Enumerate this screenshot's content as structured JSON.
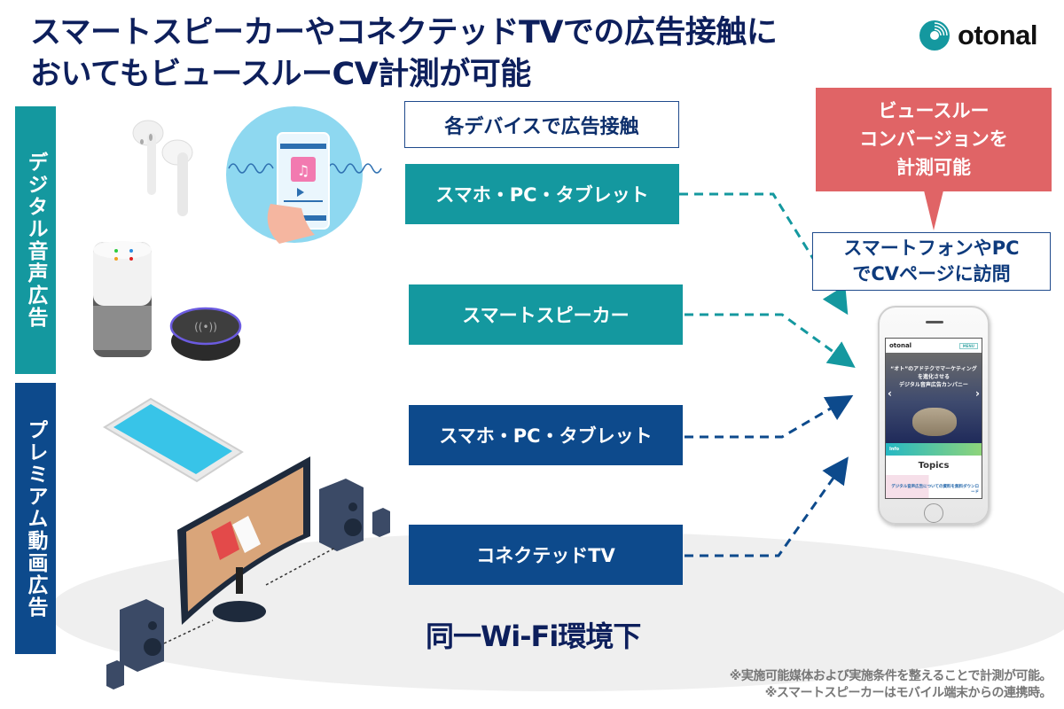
{
  "title": {
    "line1": "スマートスピーカーやコネクテッドTVでの広告接触に",
    "line2": "おいてもビュースルーCV計測が可能"
  },
  "logo": {
    "text": "otonal",
    "icon": "otonal-disc-icon",
    "color": "#14989f"
  },
  "categories": {
    "audio": {
      "label": "デジタル音声広告",
      "color": "#14989f"
    },
    "video": {
      "label": "プレミアム動画広告",
      "color": "#0d4a8c"
    }
  },
  "flow": {
    "header": "各デバイスで広告接触",
    "devices": [
      {
        "label": "スマホ・PC・タブレット",
        "category": "audio"
      },
      {
        "label": "スマートスピーカー",
        "category": "audio"
      },
      {
        "label": "スマホ・PC・タブレット",
        "category": "video"
      },
      {
        "label": "コネクテッドTV",
        "category": "video"
      }
    ]
  },
  "callout": {
    "lines": [
      "ビュースルー",
      "コンバージョンを",
      "計測可能"
    ],
    "color": "#e06466"
  },
  "visit": {
    "lines": [
      "スマートフォンやPC",
      "でCVページに訪問"
    ]
  },
  "phone_screen": {
    "brand": "otonal",
    "menu": "MENU",
    "hero_line1": "“オト”のアドテクでマーケティングを進化させる",
    "hero_line2": "デジタル音声広告カンパニー",
    "info": "Info",
    "topics": "Topics",
    "download": "デジタル音声広告についての資料を無料ダウンロード"
  },
  "environment": "同一Wi-Fi環境下",
  "notes": [
    "※実施可能媒体および実施条件を整えることで計測が可能。",
    "※スマートスピーカーはモバイル端末からの連携時。"
  ],
  "illustrations": [
    "wireless-earbuds-icon",
    "phone-music-icon",
    "smart-speaker-icon",
    "echo-dot-icon",
    "tablet-icon",
    "connected-tv-icon",
    "speakers-icon"
  ]
}
